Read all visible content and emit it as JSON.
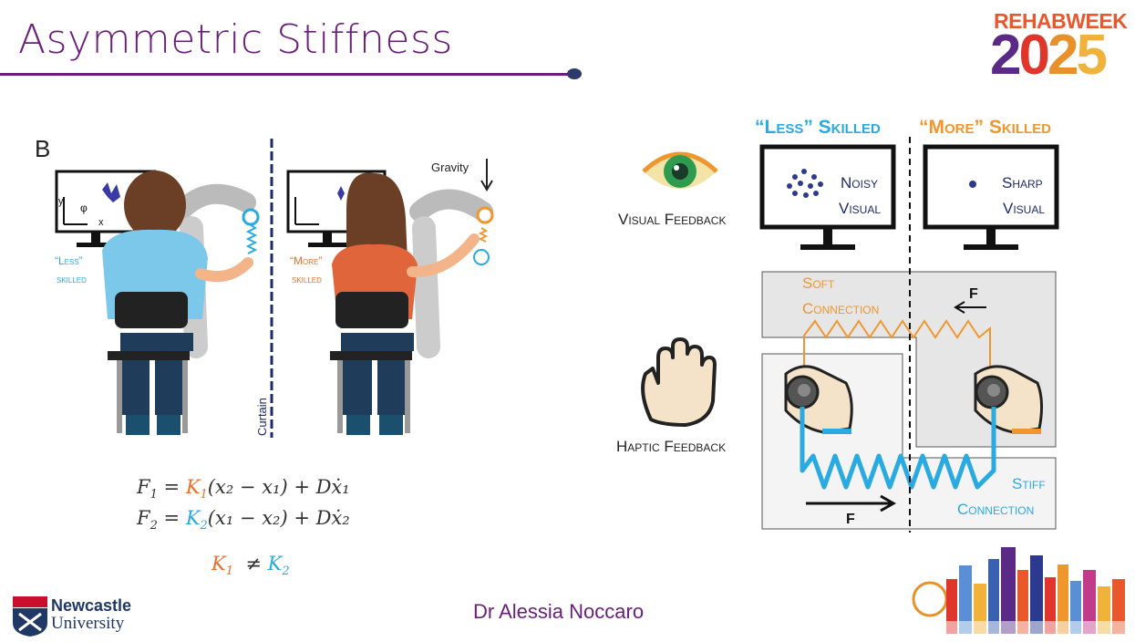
{
  "slide": {
    "title": "Asymmetric Stiffness",
    "presenter": "Dr Alessia Noccaro",
    "panel_label": "B"
  },
  "conference_logo": {
    "top": "REHABWEEK",
    "year": "2025",
    "year_digits": [
      "2",
      "0",
      "2",
      "5"
    ]
  },
  "university_logo": {
    "line1": "Newcastle",
    "line2": "University"
  },
  "left_figure": {
    "less_label_1": "“Less”",
    "less_label_2": "skilled",
    "more_label_1": "“More”",
    "more_label_2": "skilled",
    "gravity_label": "Gravity",
    "curtain_label": "Curtain",
    "axis_y": "y",
    "axis_x": "x",
    "axis_phi": "φ"
  },
  "equations": {
    "eq1": {
      "lhs": "F",
      "lhs_sub": "1",
      "k": "K",
      "k_sub": "1",
      "rest": "(x₂ − x₁) + Dẋ₁"
    },
    "eq2": {
      "lhs": "F",
      "lhs_sub": "2",
      "k": "K",
      "k_sub": "2",
      "rest": "(x₁ − x₂) + Dẋ₂"
    },
    "ineq": {
      "left": "K",
      "left_sub": "1",
      "op": "≠",
      "right": "K",
      "right_sub": "2"
    }
  },
  "right_figure": {
    "less_skilled": "“Less” Skilled",
    "more_skilled": "“More” Skilled",
    "visual_feedback": "Visual Feedback",
    "haptic_feedback": "Haptic Feedback",
    "noisy_1": "Noisy",
    "noisy_2": "Visual",
    "sharp_1": "Sharp",
    "sharp_2": "Visual",
    "soft_1": "Soft",
    "soft_2": "Connection",
    "stiff_1": "Stiff",
    "stiff_2": "Connection",
    "force_top": "F",
    "force_bottom": "F"
  },
  "colors": {
    "title": "#6a1f7a",
    "less": "#29aae1",
    "more": "#f0962e",
    "navy": "#1f2a6b",
    "eq_orange": "#e8712a",
    "eq_blue": "#29aae1"
  }
}
